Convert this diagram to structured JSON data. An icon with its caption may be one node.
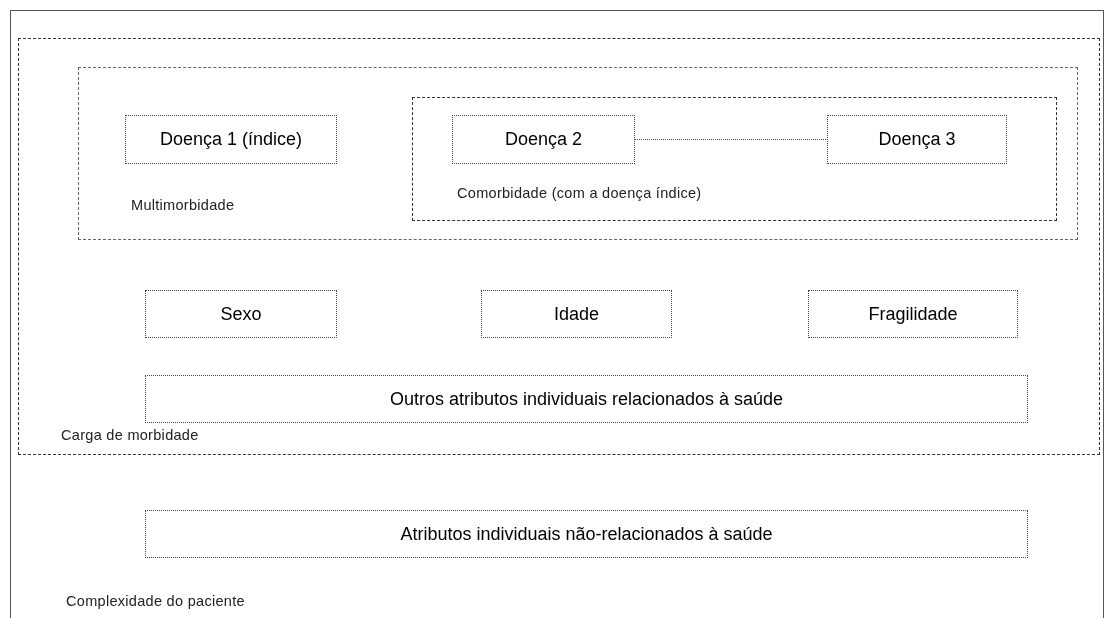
{
  "diagram": {
    "nodes": [
      {
        "text": [
          "Complexidade do paciente"
        ]
      },
      {
        "text": [
          "Carga de morbidade"
        ],
        "in": 0
      },
      {
        "text": [
          "Multimorbidade"
        ],
        "in": 1
      },
      {
        "text": [
          "Doença 1 (índice)"
        ],
        "in": 2
      },
      {
        "text": [
          "Comorbidade (com a doença índice)"
        ],
        "in": 2
      },
      {
        "text": [
          "Doença 2"
        ],
        "in": 4
      },
      {
        "text": [
          "Doença 3"
        ],
        "in": 4
      },
      {
        "text": [
          "Sexo"
        ],
        "in": 1
      },
      {
        "text": [
          "Idade"
        ],
        "in": 1
      },
      {
        "text": [
          "Fragilidade"
        ],
        "in": 1
      },
      {
        "text": [
          "Outros atributos individuais relacionados à saúde"
        ],
        "in": 1
      },
      {
        "text": [
          "Atributos individuais não-relacionados à saúde"
        ],
        "in": 0
      }
    ],
    "edges": [
      {
        "from": 5,
        "to": 6,
        "arrow": "none",
        "style": "dashed"
      }
    ]
  }
}
